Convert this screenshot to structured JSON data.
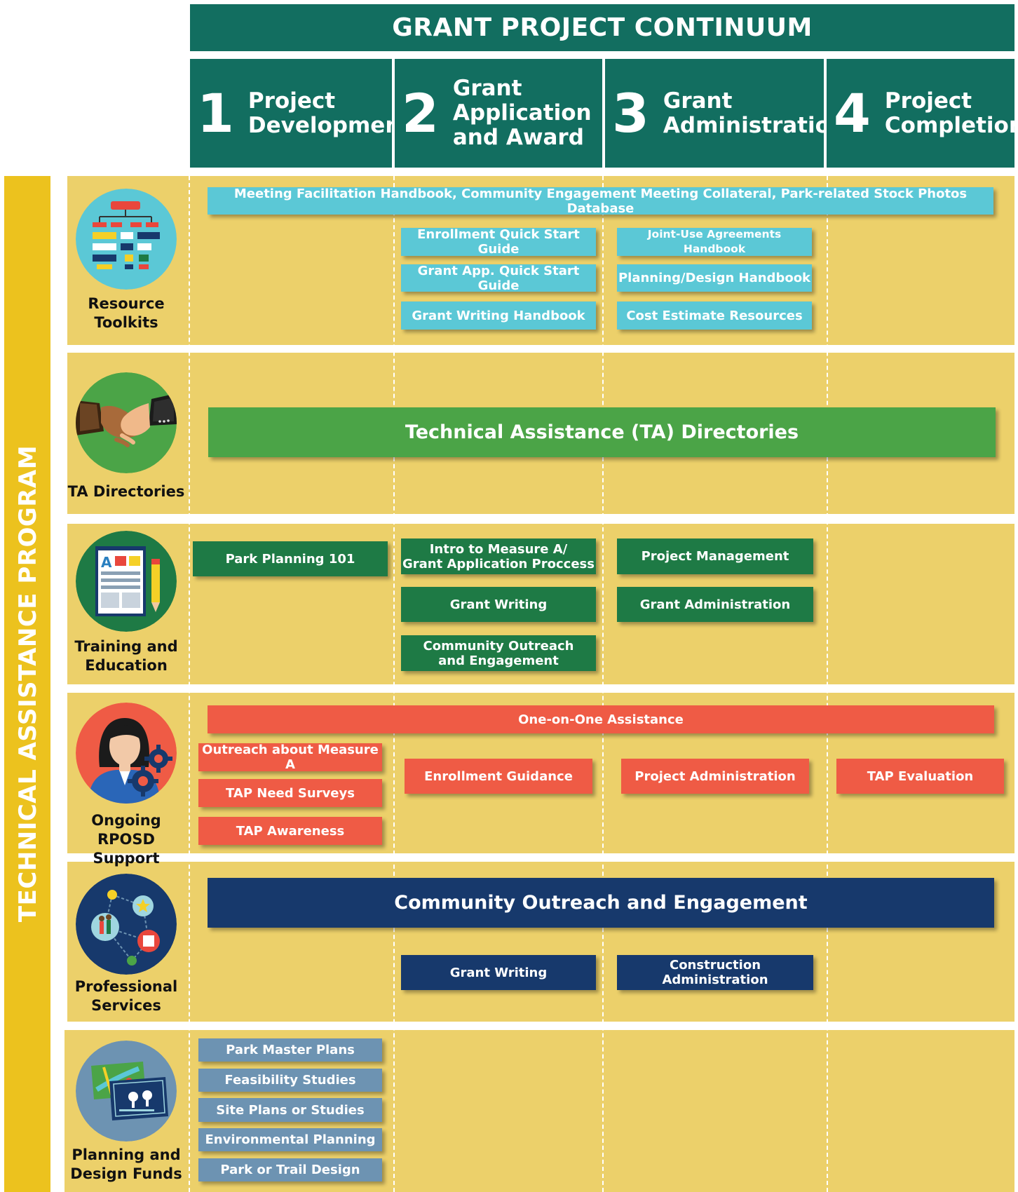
{
  "header": {
    "title": "GRANT PROJECT CONTINUUM"
  },
  "phases": [
    {
      "num": "1",
      "label": "Project\nDevelopment"
    },
    {
      "num": "2",
      "label": "Grant\nApplication\nand Award"
    },
    {
      "num": "3",
      "label": "Grant\nAdministration"
    },
    {
      "num": "4",
      "label": "Project\nCompletion"
    }
  ],
  "side_label": "TECHNICAL ASSISTANCE PROGRAM",
  "rows": {
    "resource_toolkits": {
      "label": "Resource\nToolkits",
      "items": [
        "Meeting Facilitation Handbook, Community Engagement Meeting Collateral, Park-related Stock Photos Database",
        "Enrollment Quick Start Guide",
        "Grant App. Quick Start Guide",
        "Grant Writing Handbook",
        "Joint-Use Agreements Handbook",
        "Planning/Design Handbook",
        "Cost Estimate Resources"
      ]
    },
    "ta_directories": {
      "label": "TA Directories",
      "items": [
        "Technical Assistance (TA) Directories"
      ]
    },
    "training": {
      "label": "Training and\nEducation",
      "items": [
        "Park Planning 101",
        "Intro to Measure A/\nGrant Application Proccess",
        "Grant Writing",
        "Community Outreach\nand Engagement",
        "Project Management",
        "Grant Administration"
      ]
    },
    "rposd_support": {
      "label": "Ongoing\nRPOSD Support",
      "items": [
        "One-on-One Assistance",
        "Outreach about Measure A",
        "TAP Need Surveys",
        "TAP Awareness",
        "Enrollment Guidance",
        "Project Administration",
        "TAP Evaluation"
      ]
    },
    "professional": {
      "label": "Professional\nServices",
      "items": [
        "Community Outreach and Engagement",
        "Grant Writing",
        "Construction Administration"
      ]
    },
    "planning": {
      "label": "Planning and\nDesign Funds",
      "items": [
        "Park Master Plans",
        "Feasibility Studies",
        "Site Plans or Studies",
        "Environmental Planning",
        "Park or Trail Design"
      ]
    }
  }
}
